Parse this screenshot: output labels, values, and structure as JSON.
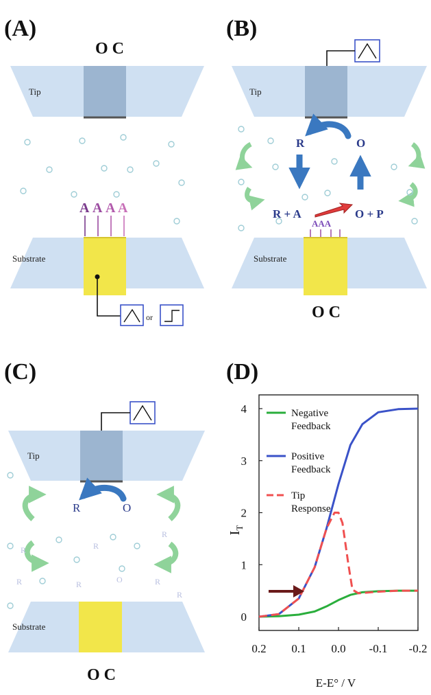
{
  "panels": {
    "a": {
      "label": "(A)",
      "oc": "O C",
      "tip": "Tip",
      "substrate": "Substrate",
      "species": [
        "A",
        "A",
        "A",
        "A"
      ],
      "or": "or"
    },
    "b": {
      "label": "(B)",
      "oc": "O C",
      "tip": "Tip",
      "substrate": "Substrate",
      "r": "R",
      "o": "O",
      "r_plus_a": "R + A",
      "o_plus_p": "O + P",
      "species": "AAA"
    },
    "c": {
      "label": "(C)",
      "oc": "O C",
      "tip": "Tip",
      "substrate": "Substrate",
      "r": "R",
      "o": "O",
      "scatter_r": "R",
      "scatter_o": "O"
    },
    "d": {
      "label": "(D)"
    }
  },
  "colors": {
    "electrode_fill": "#cfe0f2",
    "tip_core": "#9cb5d0",
    "substrate_core": "#f2e64a",
    "species_a_dark": "#7a3a8c",
    "species_a_light": "#c870b8",
    "arrow_blue": "#3a78c0",
    "arrow_green": "#8fd39a",
    "neg_feedback": "#2aae3c",
    "pos_feedback": "#3a52c8",
    "tip_response": "#f05050",
    "small_arrow": "#6a1a1a"
  },
  "chart_data": {
    "type": "line",
    "xlabel": "E-E° / V",
    "ylabel": "I_T",
    "xlim": [
      0.2,
      -0.2
    ],
    "ylim": [
      0,
      4
    ],
    "x_ticks": [
      "0.2",
      "0.1",
      "0.0",
      "-0.1",
      "-0.2"
    ],
    "y_ticks": [
      "0",
      "1",
      "2",
      "3",
      "4"
    ],
    "legend": [
      "Negative Feedback",
      "Positive Feedback",
      "Tip Response"
    ],
    "series": [
      {
        "name": "Negative Feedback",
        "x": [
          0.2,
          0.15,
          0.1,
          0.06,
          0.03,
          0.0,
          -0.03,
          -0.06,
          -0.1,
          -0.15,
          -0.2
        ],
        "y": [
          0.0,
          0.01,
          0.04,
          0.1,
          0.2,
          0.32,
          0.42,
          0.47,
          0.49,
          0.5,
          0.5
        ]
      },
      {
        "name": "Positive Feedback",
        "x": [
          0.2,
          0.15,
          0.1,
          0.06,
          0.03,
          0.0,
          -0.03,
          -0.06,
          -0.1,
          -0.15,
          -0.2
        ],
        "y": [
          0.0,
          0.05,
          0.35,
          0.95,
          1.7,
          2.55,
          3.3,
          3.7,
          3.93,
          3.99,
          4.0
        ]
      },
      {
        "name": "Tip Response",
        "x": [
          0.2,
          0.15,
          0.1,
          0.06,
          0.03,
          0.01,
          0.0,
          -0.01,
          -0.025,
          -0.035,
          -0.05,
          -0.1,
          -0.15,
          -0.2
        ],
        "y": [
          0.0,
          0.05,
          0.35,
          0.95,
          1.7,
          2.0,
          2.0,
          1.8,
          1.0,
          0.52,
          0.45,
          0.48,
          0.5,
          0.5
        ]
      }
    ]
  }
}
